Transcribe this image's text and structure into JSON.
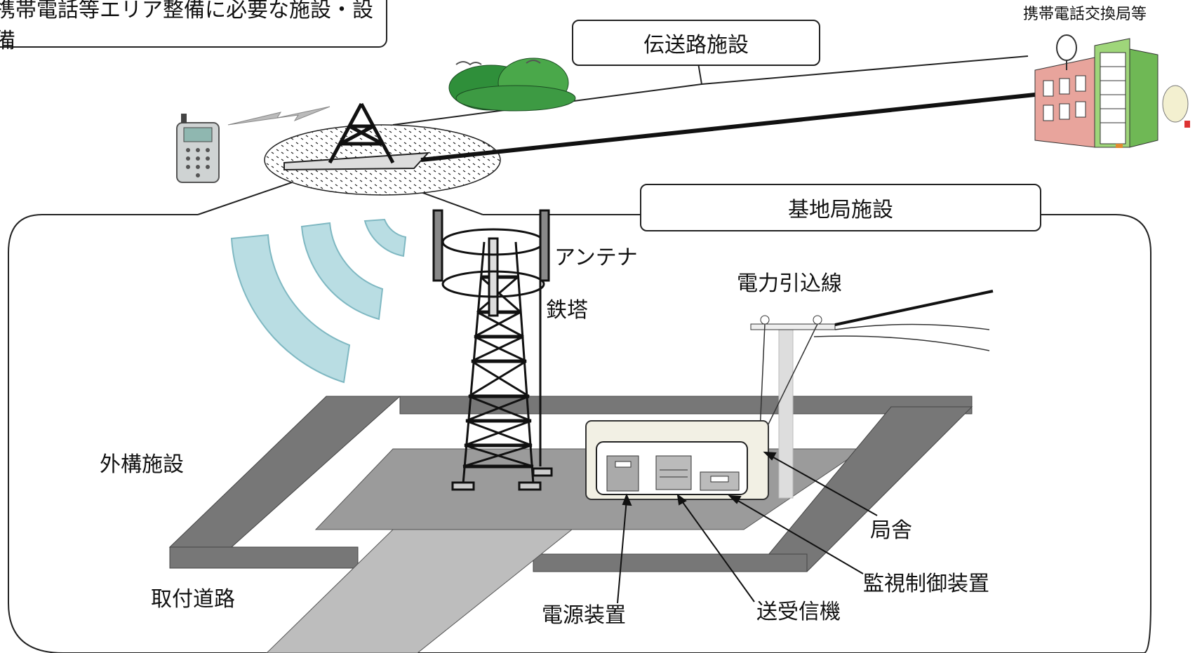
{
  "title": "携帯電話等エリア整備に必要な施設・設備",
  "sections": {
    "transmission": "伝送路施設",
    "base_station": "基地局施設",
    "exchange": "携帯電話交換局等"
  },
  "labels": {
    "antenna": "アンテナ",
    "tower": "鉄塔",
    "power_line": "電力引込線",
    "exterior": "外構施設",
    "building": "局舎",
    "monitor": "監視制御装置",
    "access_road": "取付道路",
    "power_unit": "電源装置",
    "transceiver": "送受信機"
  }
}
